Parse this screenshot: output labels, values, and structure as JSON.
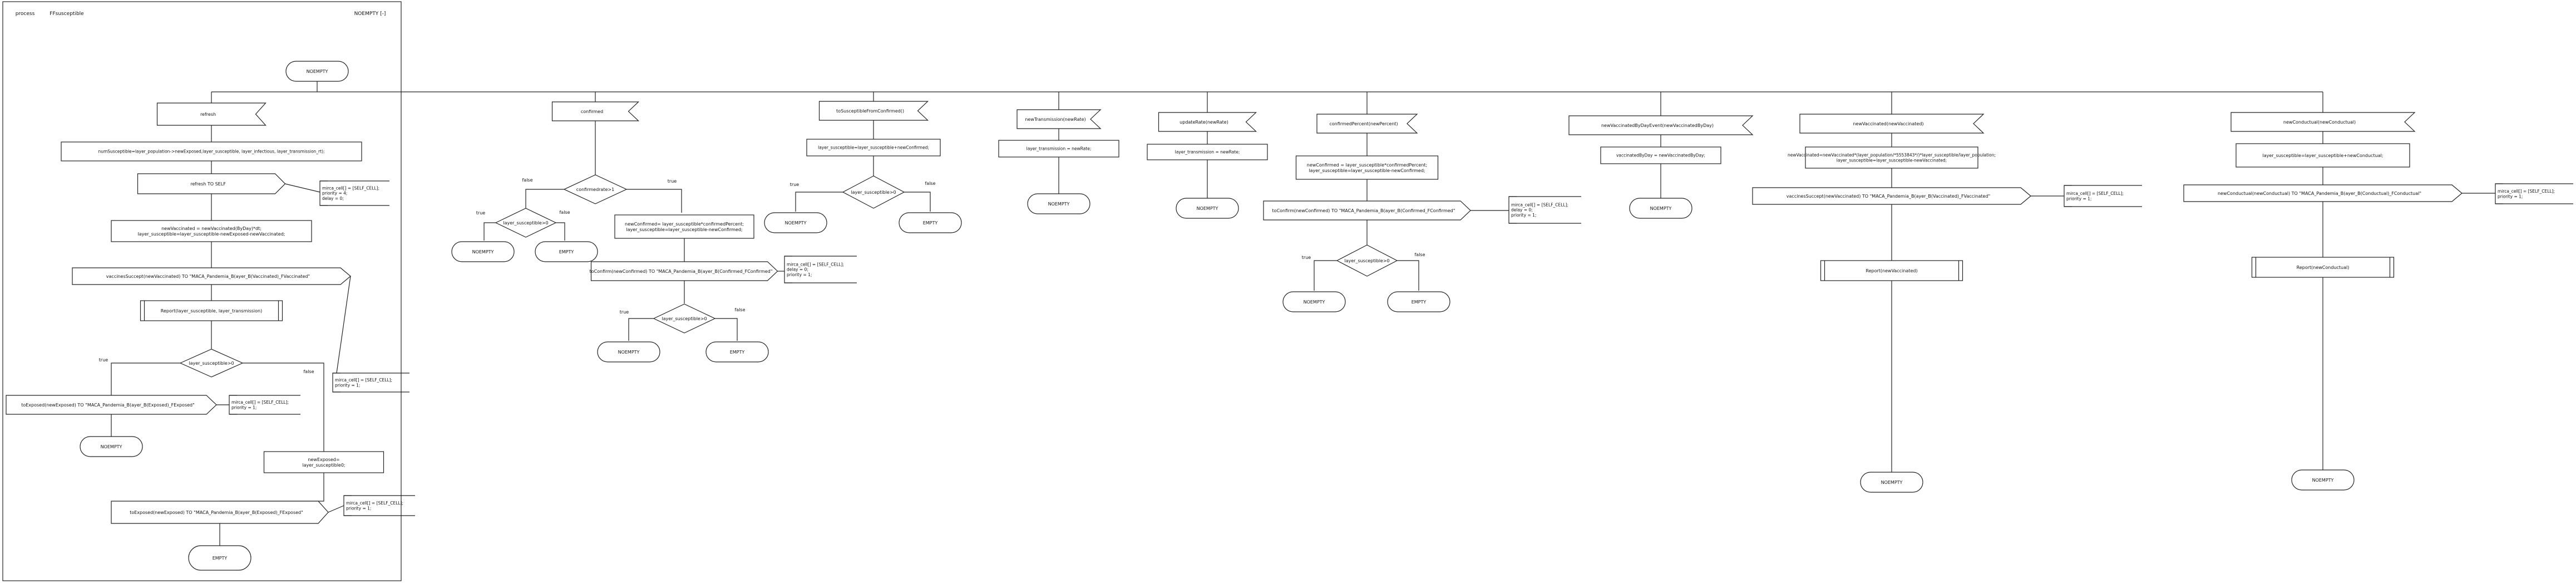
{
  "header": {
    "col1": "process",
    "col2": "FFsusceptible",
    "col3": "NOEMPTY [-]"
  },
  "flow": {
    "start_state": "NOEMPTY",
    "branch1": {
      "signal": "refresh",
      "task_num": "numSusceptible=layer_population->newExposed,layer_susceptible, layer_infectious, layer_transmission_rt);",
      "signal2": "refresh TO SELF",
      "comment1": [
        "mirca_cell[] = [SELF_CELL];",
        "priority = 4;",
        "delay = 0;"
      ],
      "task_calc": [
        "newVaccinated = newVaccinated(ByDay)*dt;",
        "layer_susceptible=layer_susceptible-newExposed-newVaccinated;"
      ],
      "send_vacc": "vaccinesSuccept(newVaccinated) TO \"MACA_Pandemia_B(ayer_B(Vaccinated)_FVaccinated\"",
      "comment2": [
        "mirca_cell[] = [SELF_CELL];",
        "priority = 1;"
      ],
      "task_report": "Report(layer_susceptible, layer_transmission)",
      "decision": "layer_susceptible>0",
      "true": "true",
      "false": "false",
      "send_exp_true": "toExposed(newExposed) TO \"MACA_Pandemia_B(ayer_B(Exposed)_FExposed\"",
      "comment3": [
        "mirca_cell[] = [SELF_CELL];",
        "priority = 1;"
      ],
      "state_true": "NOEMPTY",
      "task_false": [
        "newExposed=",
        "layer_susceptible0;"
      ],
      "send_exp_false": "toExposed(newExposed) TO \"MACA_Pandemia_B(ayer_B(Exposed)_FExposed\"",
      "comment4": [
        "mirca_cell[] = [SELF_CELL];",
        "priority = 1;"
      ],
      "state_false": "EMPTY"
    },
    "branch2": {
      "signal": "confirmed",
      "decision": "confirmedrate>1",
      "true": "true",
      "false": "false",
      "decision2": "layer_susceptible>0",
      "state_a": "NOEMPTY",
      "state_b": "EMPTY",
      "task": [
        "newConfirmed= layer_susceptible*confirmedPercent;",
        "layer_susceptible=layer_susceptible-newConfirmed;"
      ],
      "send": "toConfirm(newConfirmed) TO \"MACA_Pandemia_B(ayer_B(Confirmed_FConfirmed\"",
      "comment": [
        "mirca_cell[] = [SELF_CELL];",
        "delay = 0;",
        "priority = 1;"
      ],
      "decision3": "layer_susceptible>0",
      "state_c": "NOEMPTY",
      "state_d": "EMPTY"
    },
    "branch3": {
      "signal": "toSusceptibleFromConfirmed()",
      "task": "layer_susceptible=layer_susceptible+newConfirmed;",
      "decision": "layer_susceptible>0",
      "true": "true",
      "false": "false",
      "state_a": "NOEMPTY",
      "state_b": "EMPTY"
    },
    "branch4": {
      "signal": "newTransmission(newRate)",
      "task": "layer_transmission = newRate;",
      "state": "NOEMPTY"
    },
    "branch5": {
      "signal": "updateRate(newRate)",
      "task": "layer_transmission = newRate;",
      "state": "NOEMPTY"
    },
    "branch6": {
      "signal": "confirmedPercent(newPercent)",
      "task": [
        "newConfirmed = layer_susceptible*confirmedPercent;",
        "layer_susceptible=layer_susceptible-newConfirmed;"
      ],
      "send": "toConfirm(newConfirmed) TO \"MACA_Pandemia_B(ayer_B(Confirmed_FConfirmed\"",
      "comment": [
        "mirca_cell[] = [SELF_CELL];",
        "delay = 0;",
        "priority = 1;"
      ],
      "decision": "layer_susceptible>0",
      "true": "true",
      "false": "false",
      "state_a": "NOEMPTY",
      "state_b": "EMPTY"
    },
    "branch7": {
      "signal": "newVaccinatedByDayEvent(newVaccinatedByDay)",
      "task": "vaccinatedByDay = newVaccinatedByDay;",
      "state": "NOEMPTY"
    },
    "branch8": {
      "signal": "newVaccinated(newVaccinated)",
      "task": [
        "newVaccinated=newVaccinated*(layer_population/*5553843*/)*layer_susceptible/layer_population;",
        "layer_susceptible=layer_susceptible-newVaccinated;"
      ],
      "send": "vaccinesSuccept(newVaccinated) TO \"MACA_Pandemia_B(ayer_B(Vaccinated)_FVaccinated\"",
      "comment": [
        "mirca_cell[] = [SELF_CELL];",
        "priority = 1;"
      ],
      "task_report": "Report(newVaccinated)",
      "state": "NOEMPTY"
    },
    "branch9": {
      "signal": "newConductual(newConductual)",
      "task": "layer_susceptible=layer_susceptible+newConductual;",
      "send": "newConductual(newConductual) TO \"MACA_Pandemia_B(ayer_B(Conductual)_FConductual\"",
      "comment": [
        "mirca_cell[] = [SELF_CELL];",
        "priority = 1;"
      ],
      "task_report": "Report(newConductual)",
      "state": "NOEMPTY"
    }
  }
}
